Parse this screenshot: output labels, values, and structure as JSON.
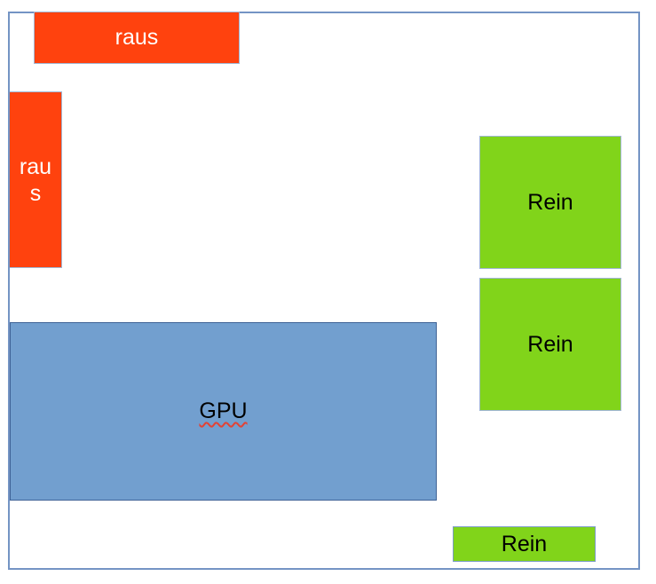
{
  "canvas": {
    "type": "drawing-page",
    "background": "#ffffff",
    "page_border_color": "#7494c4"
  },
  "colors": {
    "orange_fill": "#ff420e",
    "green_fill": "#81d41a",
    "blue_fill": "#729fcf",
    "shape_border_light": "#a0b6d3",
    "shape_border_dark": "#3e6296",
    "text_light": "#ffffff",
    "text_dark": "#000000",
    "spellcheck_squiggle": "#e34234"
  },
  "shapes": [
    {
      "name": "raus-top-box",
      "label": "raus",
      "fill": "#ff420e"
    },
    {
      "name": "raus-left-box",
      "label": "raus",
      "fill": "#ff420e"
    },
    {
      "name": "gpu-box",
      "label": "GPU",
      "fill": "#729fcf",
      "spellcheck_underline": true
    },
    {
      "name": "rein-box-1",
      "label": "Rein",
      "fill": "#81d41a"
    },
    {
      "name": "rein-box-2",
      "label": "Rein",
      "fill": "#81d41a"
    },
    {
      "name": "rein-box-bottom",
      "label": "Rein",
      "fill": "#81d41a"
    }
  ]
}
